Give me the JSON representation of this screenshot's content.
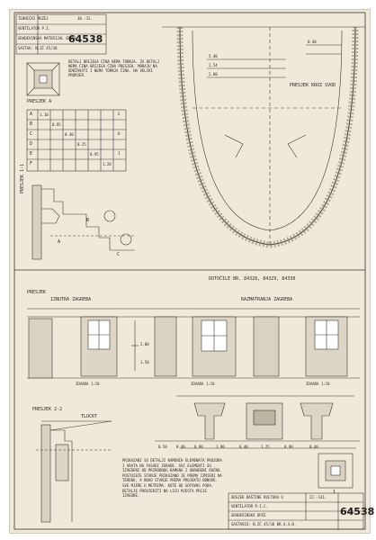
{
  "sheet": {
    "paper_color": "#efe9dc",
    "ink_color": "#2c2a26",
    "title_block_top": {
      "rows": [
        "TEHNIČKI MUZEJ",
        "VENTILATOR P.I.",
        "GRAĐEVINSKA MATERIJAL GRADA",
        "SASTAV: N.ZČ 45/30"
      ],
      "number": "64538",
      "date": "30.-31."
    },
    "title_block_bottom": {
      "rows": [
        "ODSJEK BAŠTINE KULTURA U",
        "VENTILATOR P.I.C.",
        "GRAĐEVINSKA OPĆE",
        "SASTAVIO: N.ZČ 45/30 BR.4.4.0."
      ],
      "number": "64538",
      "date": "22.-141."
    }
  },
  "top_section": {
    "caption_upper": "PRESJEK A",
    "note_upper": "DETALJ BRIJEGA ČINA NEMA TORNJA. ZA DETALJ NEMA ČINA BRIJEGA ČINA PRESJEK. MORAJU NA ODRŽAVATI I NEMA TORNJA ČINA. NA VELIKI PROMJER.",
    "table_rows": [
      "A",
      "B",
      "C",
      "D",
      "E",
      "F",
      "G",
      "H",
      "I"
    ],
    "table_values": [
      "1.10",
      "0.85",
      "0.40",
      "0.25",
      "0.95",
      "1.20"
    ],
    "section_label": "PRESJEK 1-1",
    "vault_label": "PRESJEK KROZ SVOD",
    "vault_measures": [
      "5.40",
      "2.54",
      "2.00",
      "0.40"
    ],
    "pillar_labels": [
      "A",
      "B",
      "C"
    ]
  },
  "middle_section": {
    "heading_left": "PRESJEK",
    "drawing_title": "DOTOČILE BR. 84328, 84329, 84330",
    "elevation_left": "IZNUTRA ZAGREBA",
    "elevation_right": "RAZMATRANJA ZAGREBA",
    "scale_labels": [
      "ZOVADA 1:20",
      "ZOVADA 1:20",
      "ZOVADA 1:20"
    ],
    "dimensions": [
      "2.00",
      "1.50"
    ]
  },
  "bottom_section": {
    "section_label": "PRESJEK 2-2",
    "caption_plan": "TLOCRT",
    "dimensions": [
      "0.50",
      "0.40",
      "0.90",
      "1.90",
      "0.40",
      "1.25",
      "0.90",
      "0.40"
    ],
    "notes": "PRIKAZANI SU DETALJI KAMENIH ELEMENATA PROZORA I VRATA NA FASADI ZGRADE. SVI ELEMENTI SU IZVEDENI OD PRIRODNOG KAMENA I OBRAĐENI RUČNO. POSTOJEĆE STANJE PRIKAZANO JE PREMA IZMJERI NA TERENU, A NOVO STANJE PREMA PROJEKTU OBNOVE. SVE MJERE U METRIMA. KOTE OD GOTOVOG PODA. DETALJE PROVJERITI NA LICU MJESTA PRIJE IZVEDBE.",
    "stamp_number": "1"
  }
}
